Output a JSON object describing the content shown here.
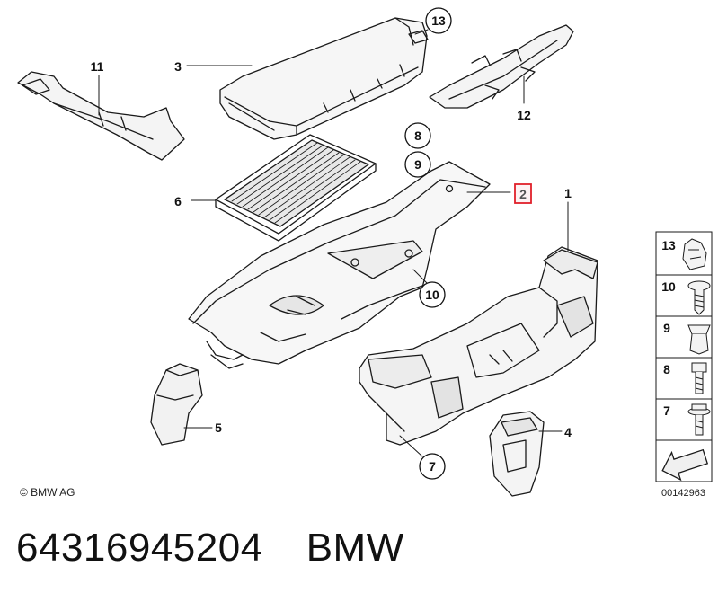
{
  "diagram": {
    "callouts": [
      {
        "id": "c11",
        "label": "11",
        "style": "plain"
      },
      {
        "id": "c3",
        "label": "3",
        "style": "plain"
      },
      {
        "id": "c13",
        "label": "13",
        "style": "circle"
      },
      {
        "id": "c12",
        "label": "12",
        "style": "plain"
      },
      {
        "id": "c8",
        "label": "8",
        "style": "circle"
      },
      {
        "id": "c9",
        "label": "9",
        "style": "circle"
      },
      {
        "id": "c2",
        "label": "2",
        "style": "highlight"
      },
      {
        "id": "c1",
        "label": "1",
        "style": "plain"
      },
      {
        "id": "c6",
        "label": "6",
        "style": "plain"
      },
      {
        "id": "c10",
        "label": "10",
        "style": "circle"
      },
      {
        "id": "c5",
        "label": "5",
        "style": "plain"
      },
      {
        "id": "c7",
        "label": "7",
        "style": "circle"
      },
      {
        "id": "c4",
        "label": "4",
        "style": "plain"
      }
    ],
    "legend": [
      {
        "label": "13",
        "icon": "clip-nut-icon"
      },
      {
        "label": "10",
        "icon": "screw-icon"
      },
      {
        "label": "9",
        "icon": "expanding-rivet-icon"
      },
      {
        "label": "8",
        "icon": "bolt-icon"
      },
      {
        "label": "7",
        "icon": "flange-bolt-icon"
      }
    ],
    "highlight_color": "#e0202a"
  },
  "footer": {
    "copyright": "© BMW AG",
    "doc_id": "00142963"
  },
  "part": {
    "number": "64316945204",
    "brand": "BMW"
  }
}
